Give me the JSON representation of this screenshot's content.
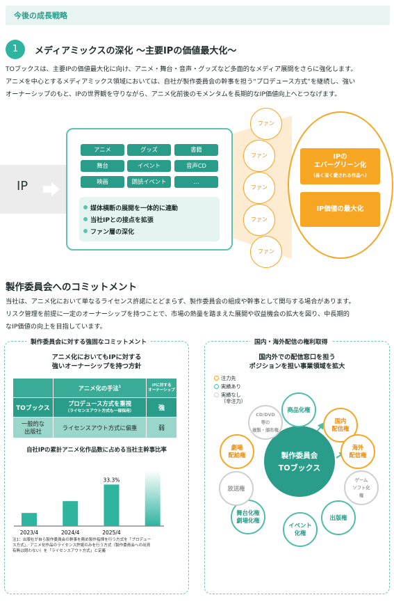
{
  "section_header": "今後の成長戦略",
  "strategy": {
    "number": "1",
    "title": "メディアミックスの深化 ～主要IPの価値最大化～",
    "paragraph": [
      "TOブックスは、主要IPの価値最大化に向け、アニメ・舞台・音声・グッズなど多面的なメディア展開をさらに強化します。",
      "アニメを中心とするメディアミックス領域においては、自社が製作委員会の幹事を担う“プロデュース方式”を継続し、強い",
      "オーナーシップのもと、IPの世界観を守りながら、アニメ化前後のモメンタムを長期的なIP価値向上へとつなげます。"
    ]
  },
  "ip_diagram": {
    "ip_label": "IP",
    "media": [
      "アニメ",
      "グッズ",
      "書籍",
      "舞台",
      "イベント",
      "音声CD",
      "映画",
      "朗読イベント",
      "…"
    ],
    "bullets": [
      "媒体横断の展開を一体的に連動",
      "当社IPとの接点を拡張",
      "ファン層の深化"
    ],
    "fan_label": "ファン",
    "evergreen_title": "IPの\nエバーグリーン化",
    "evergreen_sub": "（長く深く愛される作品へ）",
    "value_max": "IP価値の最大化",
    "colors": {
      "teal": "#2a9d8a",
      "orange": "#f6a623"
    }
  },
  "commitment": {
    "title": "製作委員会へのコミットメント",
    "paragraph": [
      "当社は、アニメ化において単なるライセンス許諾にとどまらず、製作委員会の組成や幹事として関与する場合があります。",
      "リスク管理を前提に一定のオーナーシップを持つことで、市場の熱量を踏まえた展開や収益機会の拡大を図り、中長期的",
      "なIP価値の向上を目指しています。"
    ]
  },
  "left_panel": {
    "title": "製作委員会に対する強固なコミットメント",
    "subtitle": [
      "アニメ化においてもIPに対する",
      "強いオーナーシップを持つ方針"
    ],
    "table": {
      "header_method": "アニメ化の手法",
      "header_method_note": "1",
      "header_ownership": [
        "IPに対する",
        "オーナーシップ"
      ],
      "rows": [
        {
          "company": "TOブックス",
          "method": "プロデュース方式を重視",
          "method_sub": "（ライセンスアウト方式も一部採用）",
          "ownership": "強"
        },
        {
          "company": [
            "一般的な",
            "出版社"
          ],
          "method": "ライセンスアウト方式に偏重",
          "ownership": "弱"
        }
      ]
    },
    "chart_title": "自社IPの累計アニメ化作品数に占める当社主幹事比率",
    "footnote": [
      "注1：出版社が自ら製作委員会の幹事を務め製作指揮を行う方式を「プロデュー",
      "ス方式」、アニメ化作品のライセンス許諾のみを行う方式（製作委員会への出資",
      "有無は問わない）を「ライセンスアウト方式」と定義"
    ]
  },
  "chart_data": {
    "type": "bar",
    "title": "自社IPの累計アニメ化作品数に占める当社主幹事比率",
    "categories": [
      "2023/4",
      "2024/4",
      "2025/4",
      ""
    ],
    "values": [
      10.5,
      20,
      33.3,
      45
    ],
    "data_labels": [
      "",
      "",
      "33.3%",
      ""
    ],
    "last_bar_is_projection": true,
    "ylim": [
      0,
      48
    ],
    "grid": false,
    "colors": {
      "bar": "#2eb49f",
      "projection_top": "#ffffff"
    }
  },
  "right_panel": {
    "title": "国内・海外配信の権利取得",
    "subtitle": [
      "国内外での配信窓口を担う",
      "ポジションを担い事業領域を拡大"
    ],
    "legend": [
      "注力先",
      "実績あり",
      "実績なし",
      "（非注力）"
    ],
    "center": [
      "製作委員会",
      "TOブックス"
    ],
    "nodes": [
      {
        "label": "商品化権",
        "kind": "teal"
      },
      {
        "label": "国内\n配信権",
        "kind": "orange"
      },
      {
        "label": "海外\n配信権",
        "kind": "orange"
      },
      {
        "label": "ゲーム\nソフト化\n権",
        "kind": "gray"
      },
      {
        "label": "出版権",
        "kind": "teal"
      },
      {
        "label": "イベント\n化権",
        "kind": "teal"
      },
      {
        "label": "舞台化権\n劇場化権",
        "kind": "teal"
      },
      {
        "label": "放送権",
        "kind": "gray"
      },
      {
        "label": "劇場\n配給権",
        "kind": "orange"
      },
      {
        "label": "CD/DVD\n等の\n複製・頒布権",
        "kind": "gray"
      }
    ]
  }
}
